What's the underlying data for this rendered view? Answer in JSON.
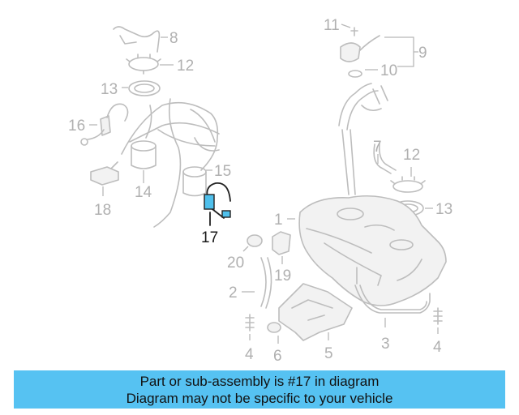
{
  "callouts": {
    "c1": "1",
    "c2": "2",
    "c3": "3",
    "c4a": "4",
    "c4b": "4",
    "c5": "5",
    "c6": "6",
    "c7": "7",
    "c8": "8",
    "c9": "9",
    "c10": "10",
    "c11": "11",
    "c12a": "12",
    "c12b": "12",
    "c13a": "13",
    "c13b": "13",
    "c14": "14",
    "c15": "15",
    "c16": "16",
    "c17": "17",
    "c18": "18",
    "c19": "19",
    "c20": "20"
  },
  "highlighted_part": "17",
  "colors": {
    "banner": "#56c2f2",
    "highlight": "#4fc0ec",
    "line_art": "#bdbdbd"
  },
  "banner": {
    "line1": "Part or sub-assembly is #17 in diagram",
    "line2": "Diagram may not be specific to your vehicle"
  }
}
